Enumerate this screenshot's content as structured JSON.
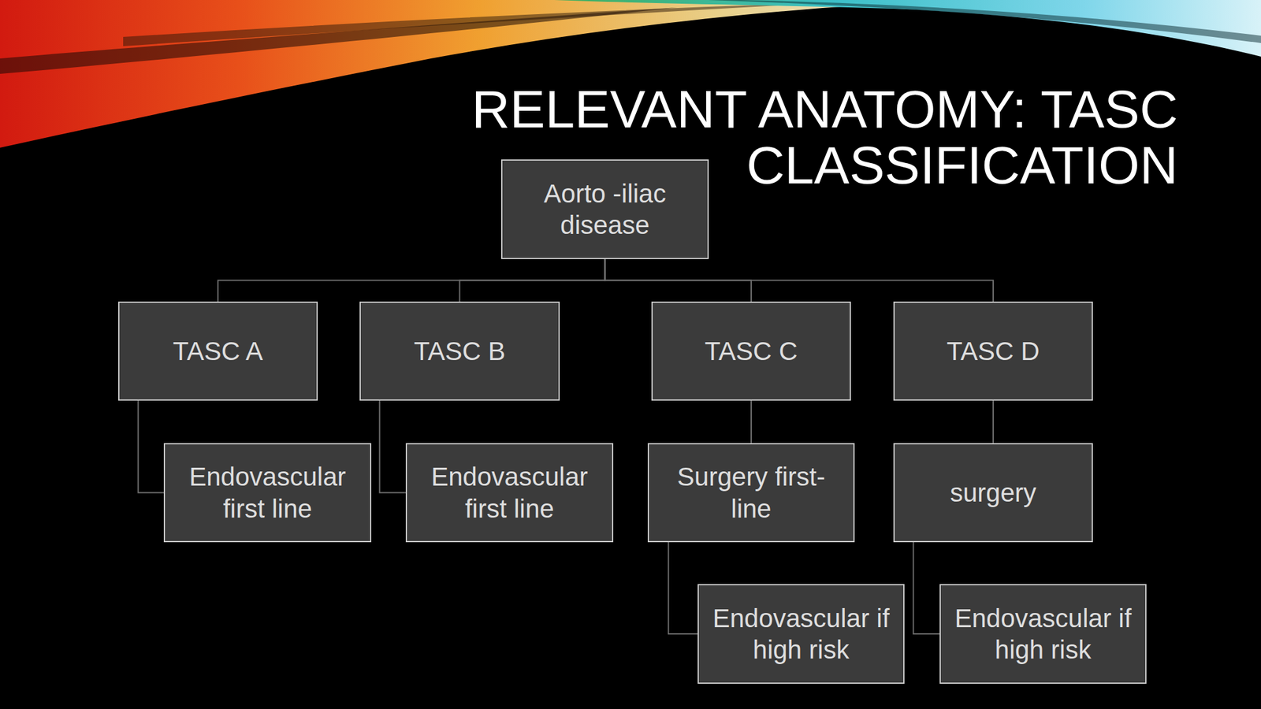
{
  "diagram": {
    "title": "RELEVANT ANATOMY: TASC CLASSIFICATION",
    "nodes": [
      {
        "text": [
          "Aorto -iliac disease"
        ]
      },
      {
        "text": [
          "TASC A"
        ]
      },
      {
        "text": [
          "TASC B"
        ]
      },
      {
        "text": [
          "TASC C"
        ]
      },
      {
        "text": [
          "TASC D"
        ]
      },
      {
        "text": [
          "Endovascular first line"
        ]
      },
      {
        "text": [
          "Endovascular first line"
        ]
      },
      {
        "text": [
          "Surgery first-line"
        ]
      },
      {
        "text": [
          "surgery"
        ]
      },
      {
        "text": [
          "Endovascular if high risk"
        ]
      },
      {
        "text": [
          "Endovascular if high risk"
        ]
      }
    ],
    "edges": [
      {
        "from": 0,
        "to": 1,
        "arrow": "none"
      },
      {
        "from": 0,
        "to": 2,
        "arrow": "none"
      },
      {
        "from": 0,
        "to": 3,
        "arrow": "none"
      },
      {
        "from": 0,
        "to": 4,
        "arrow": "none"
      },
      {
        "from": 1,
        "to": 5,
        "arrow": "none"
      },
      {
        "from": 2,
        "to": 6,
        "arrow": "none"
      },
      {
        "from": 3,
        "to": 7,
        "arrow": "none"
      },
      {
        "from": 4,
        "to": 8,
        "arrow": "none"
      },
      {
        "from": 7,
        "to": 9,
        "arrow": "none"
      },
      {
        "from": 8,
        "to": 10,
        "arrow": "none"
      }
    ]
  }
}
